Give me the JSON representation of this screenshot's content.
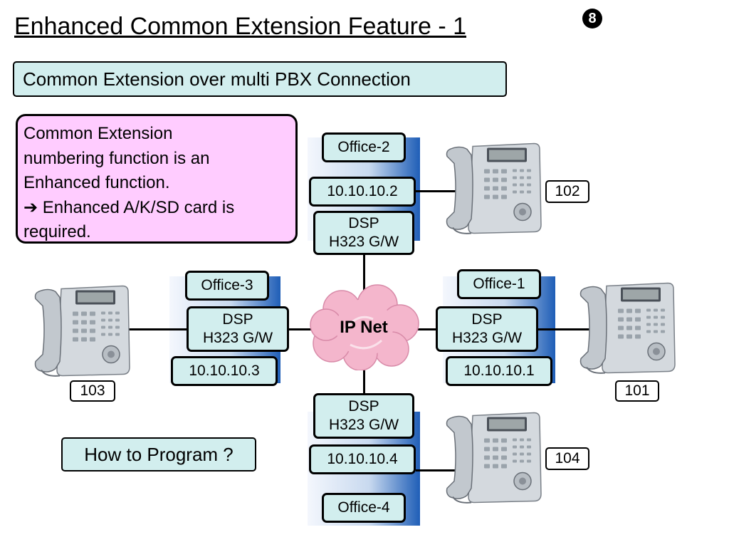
{
  "title": "Enhanced Common Extension Feature - 1",
  "page_badge": "8",
  "subtitle": "Common Extension over multi PBX Connection",
  "note": {
    "lines": [
      "Common Extension",
      "numbering function is an",
      "Enhanced function.",
      "➔ Enhanced A/K/SD card is",
      "required."
    ]
  },
  "cloud_label": "IP Net",
  "how_to": "How to Program ?",
  "offices": {
    "office1": {
      "name": "Office-1",
      "dsp_line1": "DSP",
      "dsp_line2": "H323 G/W",
      "ip": "10.10.10.1",
      "ext": "101"
    },
    "office2": {
      "name": "Office-2",
      "dsp_line1": "DSP",
      "dsp_line2": "H323 G/W",
      "ip": "10.10.10.2",
      "ext": "102"
    },
    "office3": {
      "name": "Office-3",
      "dsp_line1": "DSP",
      "dsp_line2": "H323 G/W",
      "ip": "10.10.10.3",
      "ext": "103"
    },
    "office4": {
      "name": "Office-4",
      "dsp_line1": "DSP",
      "dsp_line2": "H323 G/W",
      "ip": "10.10.10.4",
      "ext": "104"
    }
  },
  "colors": {
    "box_fill": "#d2eeee",
    "note_fill": "#ffccff",
    "cloud_fill": "#f4b6cc",
    "gradient_dark": "#1f5eb7"
  }
}
